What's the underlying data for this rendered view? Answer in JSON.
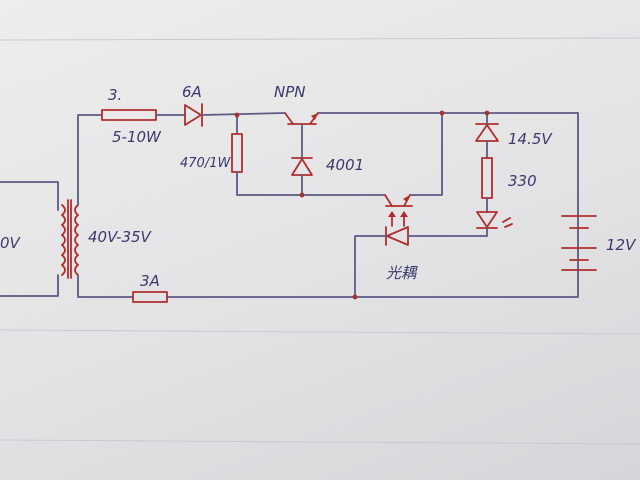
{
  "labels": {
    "input_voltage": "0V",
    "resistor_value": "3.",
    "resistor_power": "5-10W",
    "diode_rating": "6A",
    "transistor_type": "NPN",
    "bias_resistor": "470/1W",
    "zener_part": "4001",
    "transformer_output": "40V-35V",
    "fuse": "3A",
    "zener_voltage": "14.5V",
    "led_resistor": "330",
    "optocoupler": "光耦",
    "battery_voltage": "12V"
  },
  "colors": {
    "wire": "#5a5a86",
    "component": "#b12d2d",
    "ink": "#3a3a6c",
    "paper": "#e6e6e8"
  }
}
